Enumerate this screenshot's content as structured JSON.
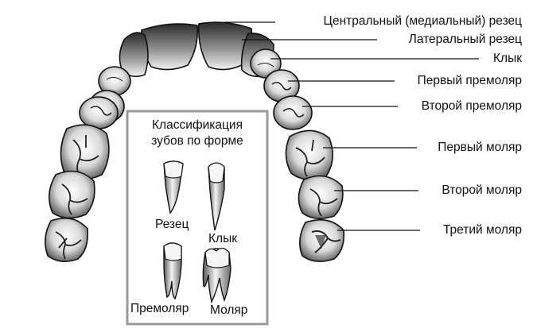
{
  "labels": {
    "central_incisor": "Центральный (медиальный) резец",
    "lateral_incisor": "Латеральный резец",
    "canine": "Клык",
    "first_premolar": "Первый премоляр",
    "second_premolar": "Второй премоляр",
    "first_molar": "Первый моляр",
    "second_molar": "Второй моляр",
    "third_molar": "Третий моляр"
  },
  "classification": {
    "title_line1": "Классификация",
    "title_line2": "зубов по форме",
    "incisor": "Резец",
    "canine": "Клык",
    "premolar": "Премоляр",
    "molar": "Моляр"
  }
}
